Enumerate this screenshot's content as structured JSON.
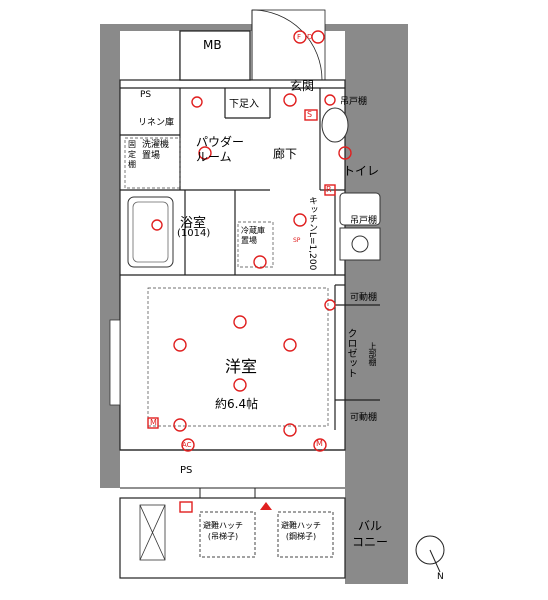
{
  "rooms": {
    "mb": "MB",
    "entrance": "玄関",
    "ps_top": "PS",
    "linen": "リネン庫",
    "shoe_storage": "下足入",
    "hanging_shelf": "吊戸棚",
    "powder_room": "パウダー\nルーム",
    "hallway": "廊下",
    "toilet": "トイレ",
    "fixed_shelf": "固\n定\n棚",
    "laundry_area": "洗濯機\n置場",
    "bath": "浴室",
    "bath_size": "(1014)",
    "fridge_area": "冷蔵庫\n置場",
    "kitchen": "キッチンL=1,200",
    "hanging_shelf_kitchen": "吊戸棚",
    "movable_shelf_top": "可動棚",
    "closet": "クロゼット",
    "upper_shelf": "上部棚",
    "movable_shelf_bottom": "可動棚",
    "western_room": "洋室",
    "western_room_size": "約6.4帖",
    "ps_bottom": "PS",
    "balcony": "バル\nコニー",
    "evac_hatch_left": "避難ハッチ\n(吊梯子)",
    "evac_hatch_right": "避難ハッチ\n(鋼梯子)"
  },
  "symbols": {
    "r_box": "R",
    "s_box": "S",
    "m_box_left": "M",
    "m_circle": "M",
    "ac": "AC",
    "sp": "SP",
    "c": "C",
    "fd": "FD"
  },
  "compass": "N"
}
